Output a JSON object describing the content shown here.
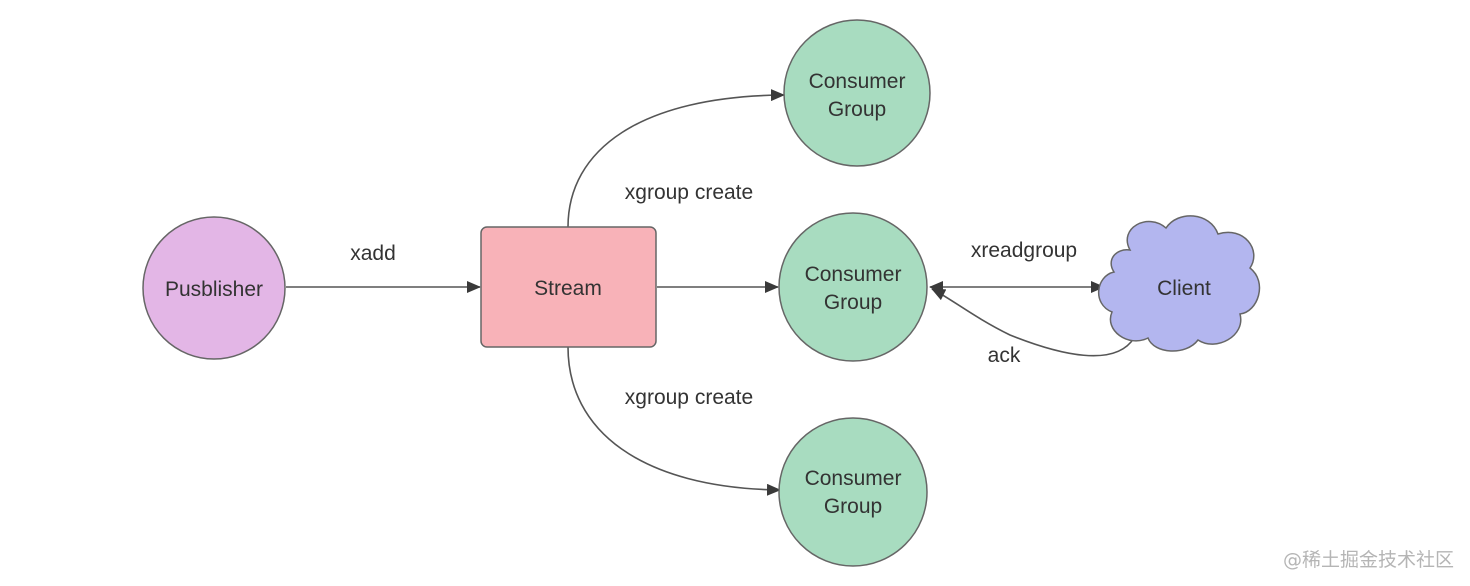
{
  "nodes": {
    "publisher": {
      "label": "Pusblisher",
      "color": "#e3b6e6"
    },
    "stream": {
      "label": "Stream",
      "color": "#f8b2b8"
    },
    "consumer_group_top": {
      "line1": "Consumer",
      "line2": "Group",
      "color": "#a8dcc0"
    },
    "consumer_group_middle": {
      "line1": "Consumer",
      "line2": "Group",
      "color": "#a8dcc0"
    },
    "consumer_group_bottom": {
      "line1": "Consumer",
      "line2": "Group",
      "color": "#a8dcc0"
    },
    "client": {
      "label": "Client",
      "color": "#b3b6ef"
    }
  },
  "edges": {
    "xadd": "xadd",
    "xgroup_create_top": "xgroup create",
    "xgroup_create_bottom": "xgroup create",
    "xreadgroup": "xreadgroup",
    "ack": "ack"
  },
  "watermark": "@稀土掘金技术社区"
}
